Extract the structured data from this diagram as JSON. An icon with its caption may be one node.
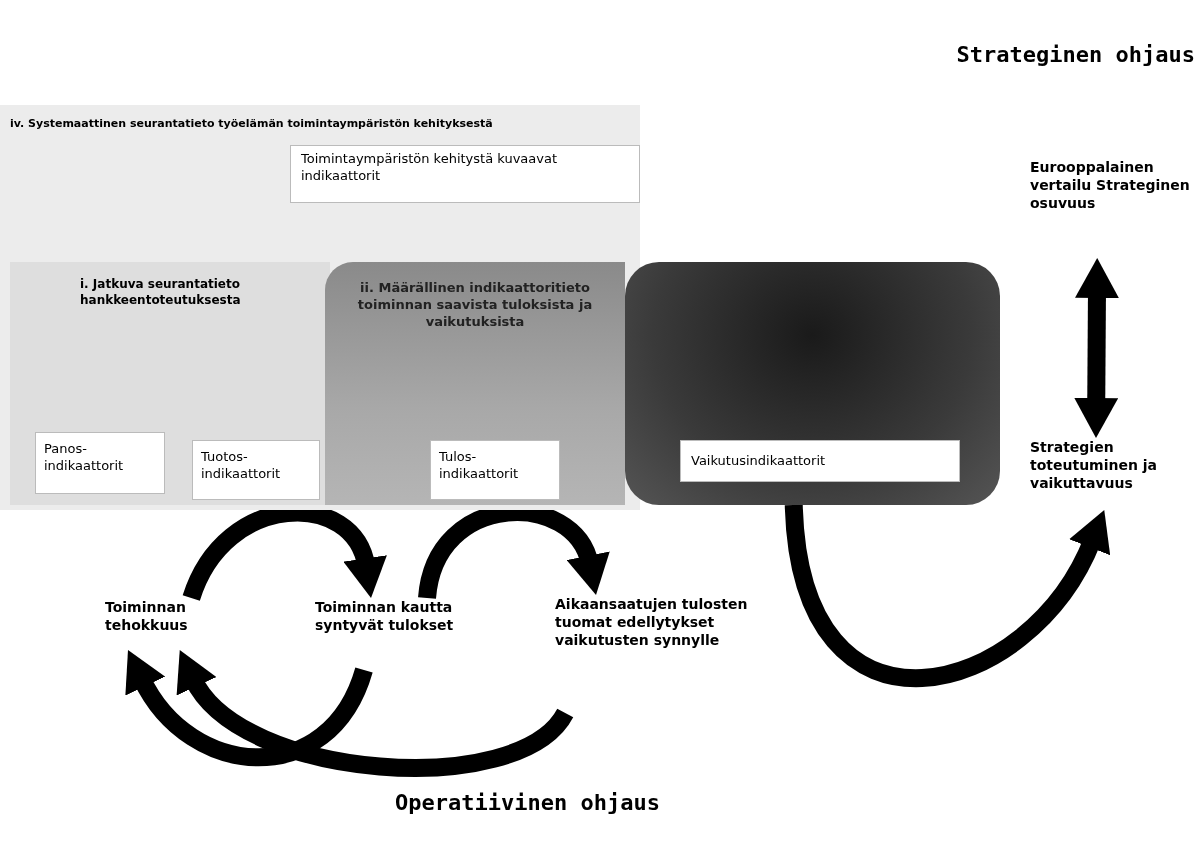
{
  "diagram": {
    "title": "Strateginen ohjaus",
    "nodes": [
      {
        "text": [
          "iv. Systemaattinen seurantatieto työelämän toimintaympäristön kehityksestä"
        ]
      },
      {
        "text": [
          "Toimintaympäristön kehitystä kuvaavat indikaattorit"
        ],
        "in": 0
      },
      {
        "text": [
          "i. Jatkuva seurantatieto hankkeentoteutuksesta"
        ],
        "in": 0
      },
      {
        "text": [
          "ii. Määrällinen indikaattoritieto toiminnan saavista tuloksista ja vaikutuksista"
        ],
        "in": 0
      },
      {
        "text": [],
        "shape": "box"
      },
      {
        "text": [
          "Panos- indikaattorit"
        ],
        "in": 2
      },
      {
        "text": [
          "Tuotos- indikaattorit"
        ],
        "in": 2
      },
      {
        "text": [
          "Tulos- indikaattorit"
        ],
        "in": 3
      },
      {
        "text": [
          "Vaikutusindikaattorit"
        ],
        "in": 4
      },
      {
        "text": [
          "Eurooppalainen vertailu Strateginen osuvuus"
        ]
      },
      {
        "text": [
          "Strategien toteutuminen ja vaikuttavuus"
        ]
      },
      {
        "text": [
          "Toiminnan tehokkuus"
        ]
      },
      {
        "text": [
          "Toiminnan kautta syntyvät tulokset"
        ]
      },
      {
        "text": [
          "Aikaansaatujen tulosten tuomat edellytykset vaikutusten synnylle"
        ]
      }
    ],
    "edges": [
      {
        "from": 11,
        "to": 12,
        "arrow": "to"
      },
      {
        "from": 12,
        "to": 13,
        "arrow": "to"
      },
      {
        "from": 12,
        "to": 11,
        "arrow": "to"
      },
      {
        "from": 13,
        "to": 11,
        "arrow": "to"
      },
      {
        "from": 4,
        "to": 10,
        "arrow": "to"
      },
      {
        "from": 9,
        "to": 10,
        "arrow": "both"
      }
    ],
    "labels": [
      "Operatiivinen ohjaus"
    ]
  }
}
